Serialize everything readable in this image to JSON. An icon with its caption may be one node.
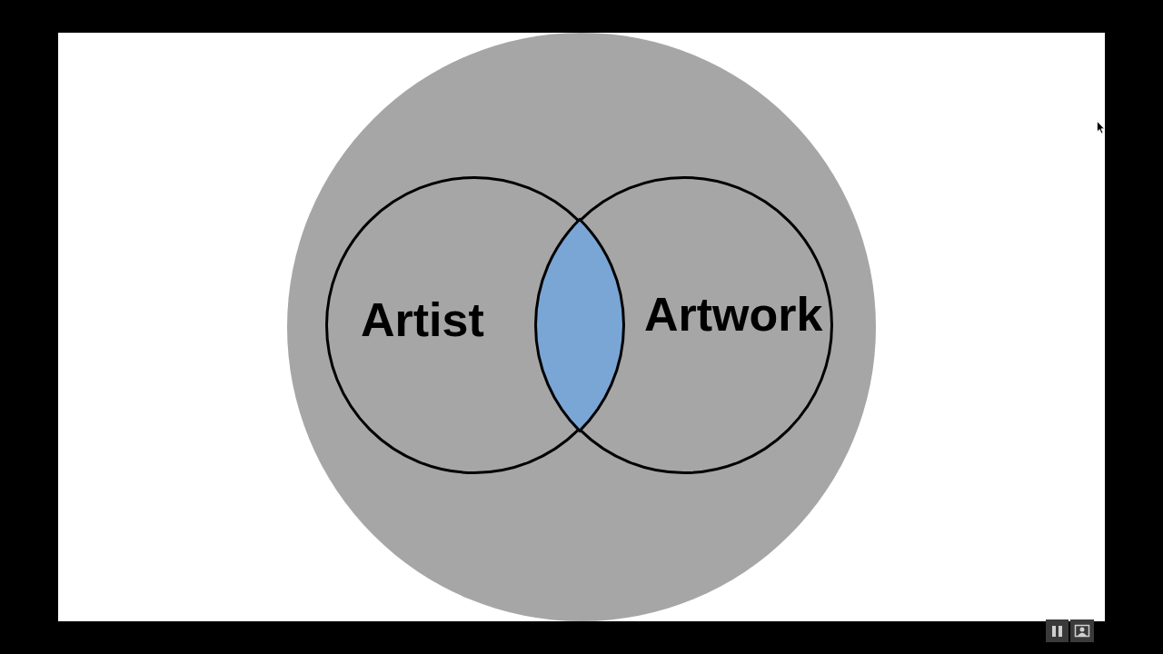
{
  "diagram": {
    "nodes": [
      {
        "text": [],
        "shape": "circle"
      },
      {
        "text": [
          "Artist"
        ],
        "in": 0
      },
      {
        "text": [
          "Artwork"
        ],
        "in": 0
      },
      {
        "text": [],
        "shape": "lens"
      }
    ]
  }
}
